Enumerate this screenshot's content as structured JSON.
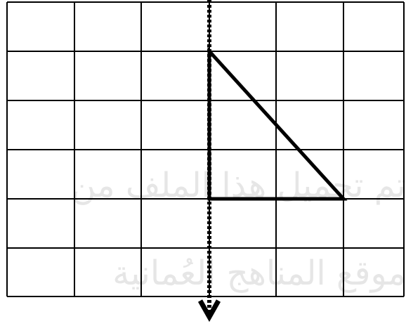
{
  "watermark": {
    "line1": "تم تحميل هذا الملف من",
    "line2": "موقع المناهج العُمانية"
  },
  "grid": {
    "columns": 6,
    "rows": 6
  },
  "triangle": {
    "vertices_grid": [
      [
        3,
        1
      ],
      [
        3,
        4
      ],
      [
        5,
        4
      ]
    ]
  },
  "mirror_line": {
    "style": "dotted",
    "direction": "down",
    "column": 3
  },
  "colors": {
    "stroke": "#000000",
    "background": "#ffffff",
    "watermark": "#e6e6e6"
  }
}
